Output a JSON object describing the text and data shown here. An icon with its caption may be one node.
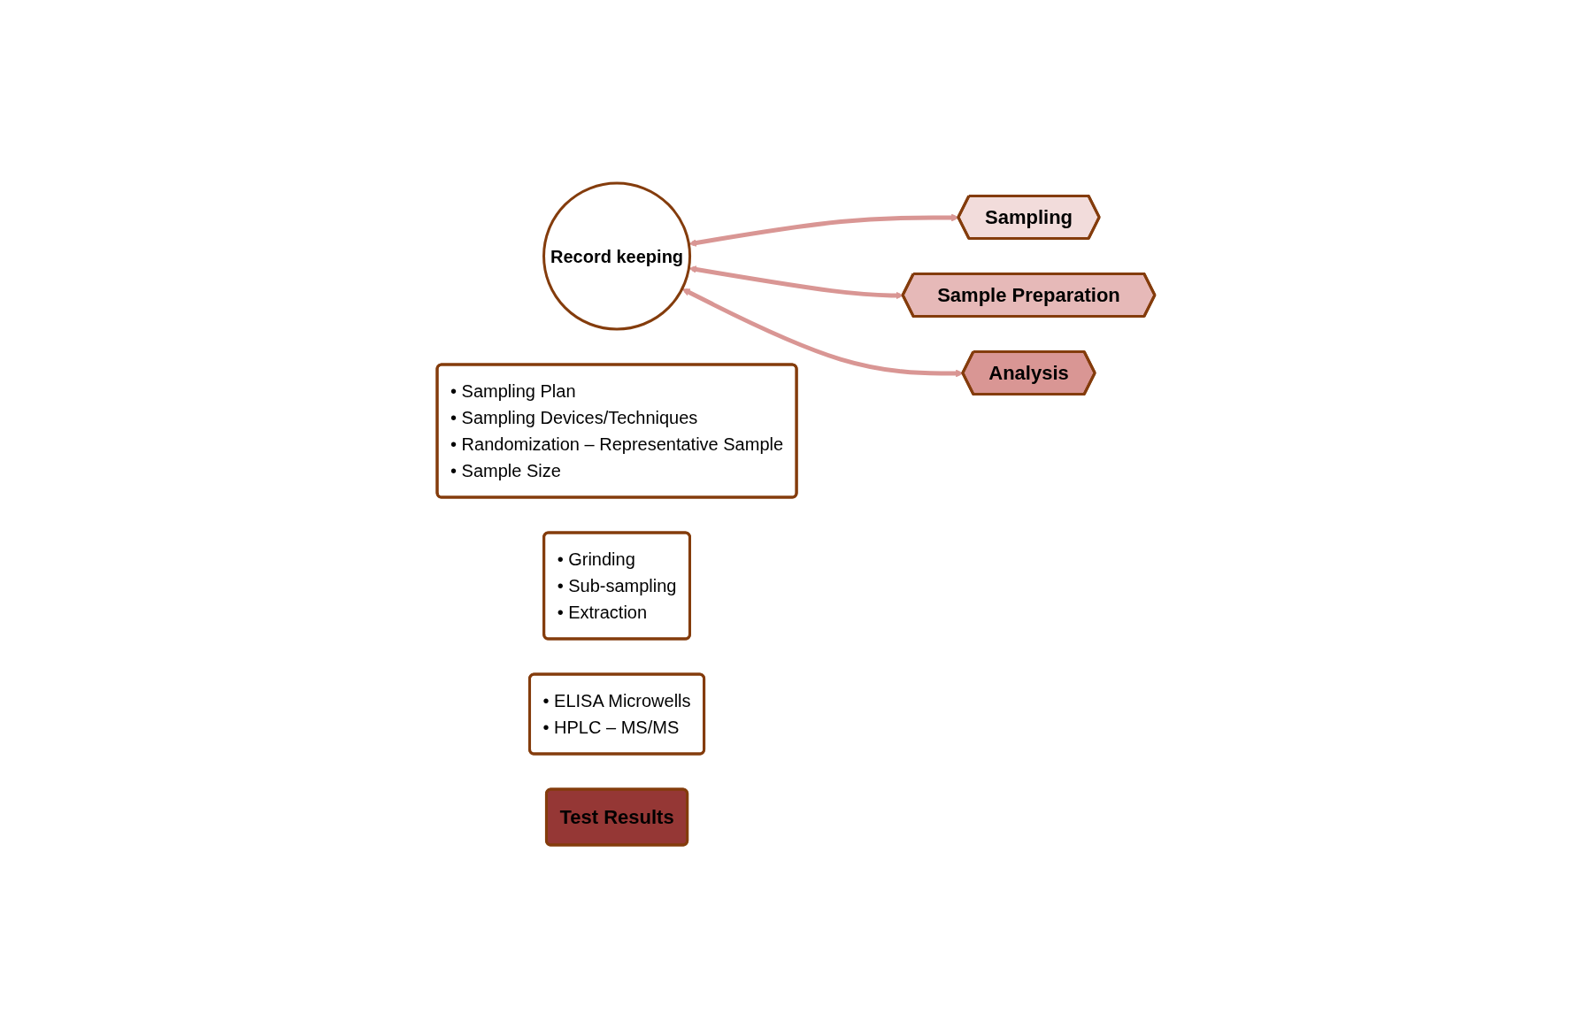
{
  "diagram": {
    "nodes": [
      {
        "text": [
          "Record keeping"
        ]
      },
      {
        "text": [
          "Sampling"
        ]
      },
      {
        "text": [
          "• Sampling Plan",
          "• Sampling Devices/Techniques",
          "• Randomization – Representative Sample",
          "• Sample Size"
        ]
      },
      {
        "text": [
          "Sample Preparation"
        ]
      },
      {
        "text": [
          "• Grinding",
          "• Sub-sampling",
          "• Extraction"
        ]
      },
      {
        "text": [
          "Analysis"
        ]
      },
      {
        "text": [
          "• ELISA Microwells",
          "• HPLC – MS/MS"
        ]
      },
      {
        "text": [
          "Test Results"
        ]
      }
    ],
    "edges": [
      {
        "from": 0,
        "to": 1,
        "arrow": "both"
      },
      {
        "from": 0,
        "to": 3,
        "arrow": "both"
      },
      {
        "from": 0,
        "to": 5,
        "arrow": "both"
      }
    ]
  }
}
